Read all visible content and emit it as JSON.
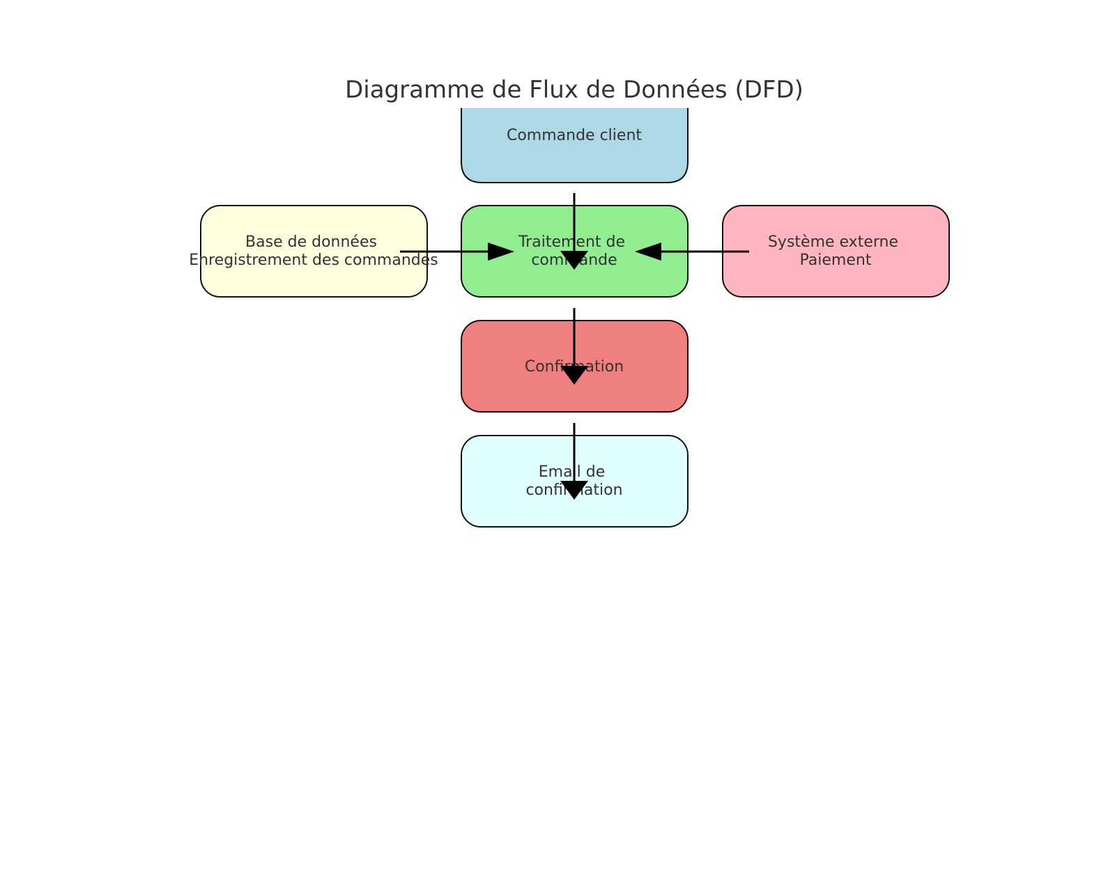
{
  "title": "Diagramme de Flux de Données (DFD)",
  "nodes": {
    "commande_client": {
      "lines": [
        "Commande client"
      ],
      "color": "#ADD8E6"
    },
    "traitement": {
      "lines": [
        "Traitement de",
        "commande"
      ],
      "color": "#90EE90"
    },
    "base_donnees": {
      "lines": [
        "Base de données",
        "Enregistrement des commandes"
      ],
      "color": "#FFFFE0"
    },
    "systeme_externe": {
      "lines": [
        "Système externe",
        "Paiement"
      ],
      "color": "#FFB6C1"
    },
    "confirmation": {
      "lines": [
        "Confirmation"
      ],
      "color": "#F08080"
    },
    "email": {
      "lines": [
        "Email de",
        "confirmation"
      ],
      "color": "#E0FFFF"
    }
  },
  "edges": [
    {
      "from": "commande_client",
      "to": "traitement"
    },
    {
      "from": "base_donnees",
      "to": "traitement"
    },
    {
      "from": "systeme_externe",
      "to": "traitement"
    },
    {
      "from": "traitement",
      "to": "confirmation"
    },
    {
      "from": "confirmation",
      "to": "email"
    }
  ]
}
